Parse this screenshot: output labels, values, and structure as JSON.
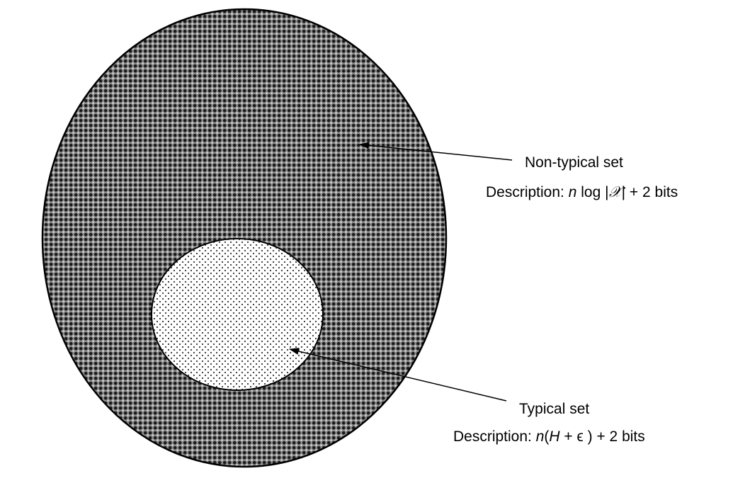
{
  "colors": {
    "outline": "#000000",
    "outer_fill": "#8a8a8a",
    "outer_dot": "#1a1a1a",
    "outer_highlight": "#d8d8d8",
    "inner_fill": "#ffffff",
    "inner_dot": "#333333"
  },
  "nontypical": {
    "title": "Non-typical set",
    "desc_prefix": "Description: ",
    "desc_n": "n",
    "desc_log": " log |",
    "desc_alphabet": "𝒳",
    "desc_suffix": "| + 2 bits"
  },
  "typical": {
    "title": "Typical set",
    "desc_prefix": "Description: ",
    "desc_n": "n",
    "desc_open": "(",
    "desc_H": "H",
    "desc_plus": " + ",
    "desc_eps": "ϵ",
    "desc_suffix": " ) + 2 bits"
  }
}
